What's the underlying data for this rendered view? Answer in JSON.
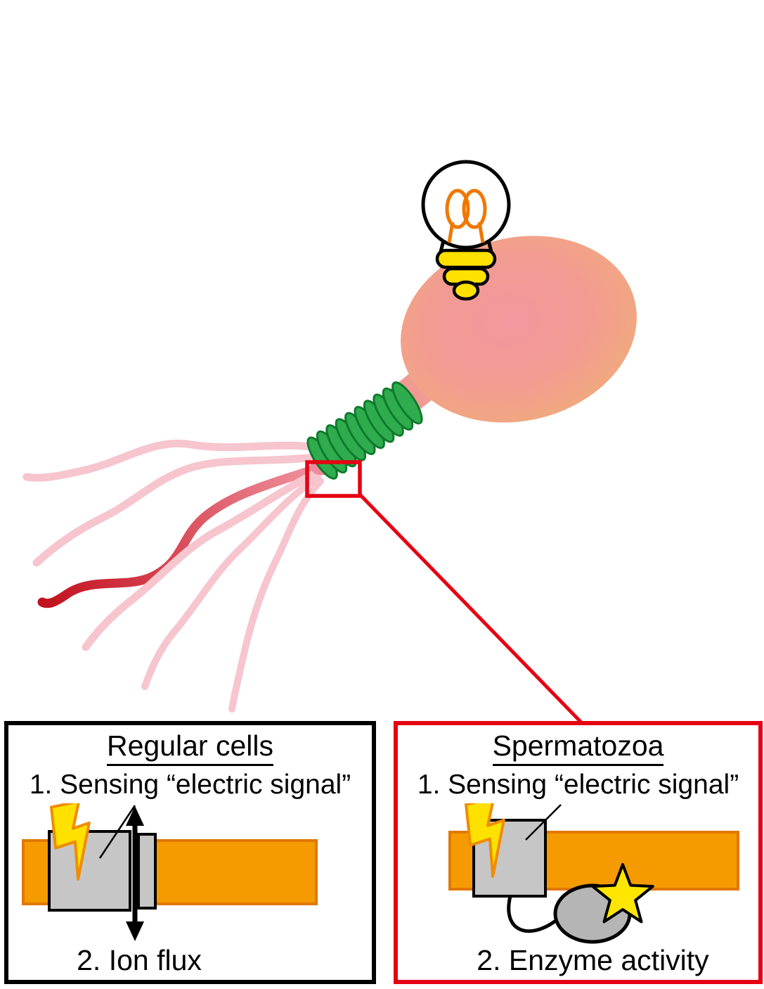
{
  "left_panel": {
    "title": "Regular cells",
    "step1": "1. Sensing “electric signal”",
    "step2": "2. Ion flux"
  },
  "right_panel": {
    "title": "Spermatozoa",
    "step1": "1. Sensing “electric signal”",
    "step2": "2. Enzyme activity"
  },
  "colors": {
    "accent_red": "#e60012",
    "membrane_orange": "#F59B00",
    "membrane_border": "#E07800",
    "channel_gray": "#C6C6C6",
    "enzyme_gray": "#B5B5B5",
    "coil_green": "#2FAC4D",
    "coil_green_border": "#0F7A2D",
    "bolt_yellow": "#FFE100",
    "bolt_border": "#F08C00",
    "star_yellow": "#FFE600",
    "bulb_yellow": "#FFE100"
  },
  "icons": {
    "light_bulb_icon": "idea",
    "lightning_bolt_icon": "electric signal",
    "double_arrow_icon": "ion flux",
    "star_burst_icon": "enzyme activity"
  }
}
